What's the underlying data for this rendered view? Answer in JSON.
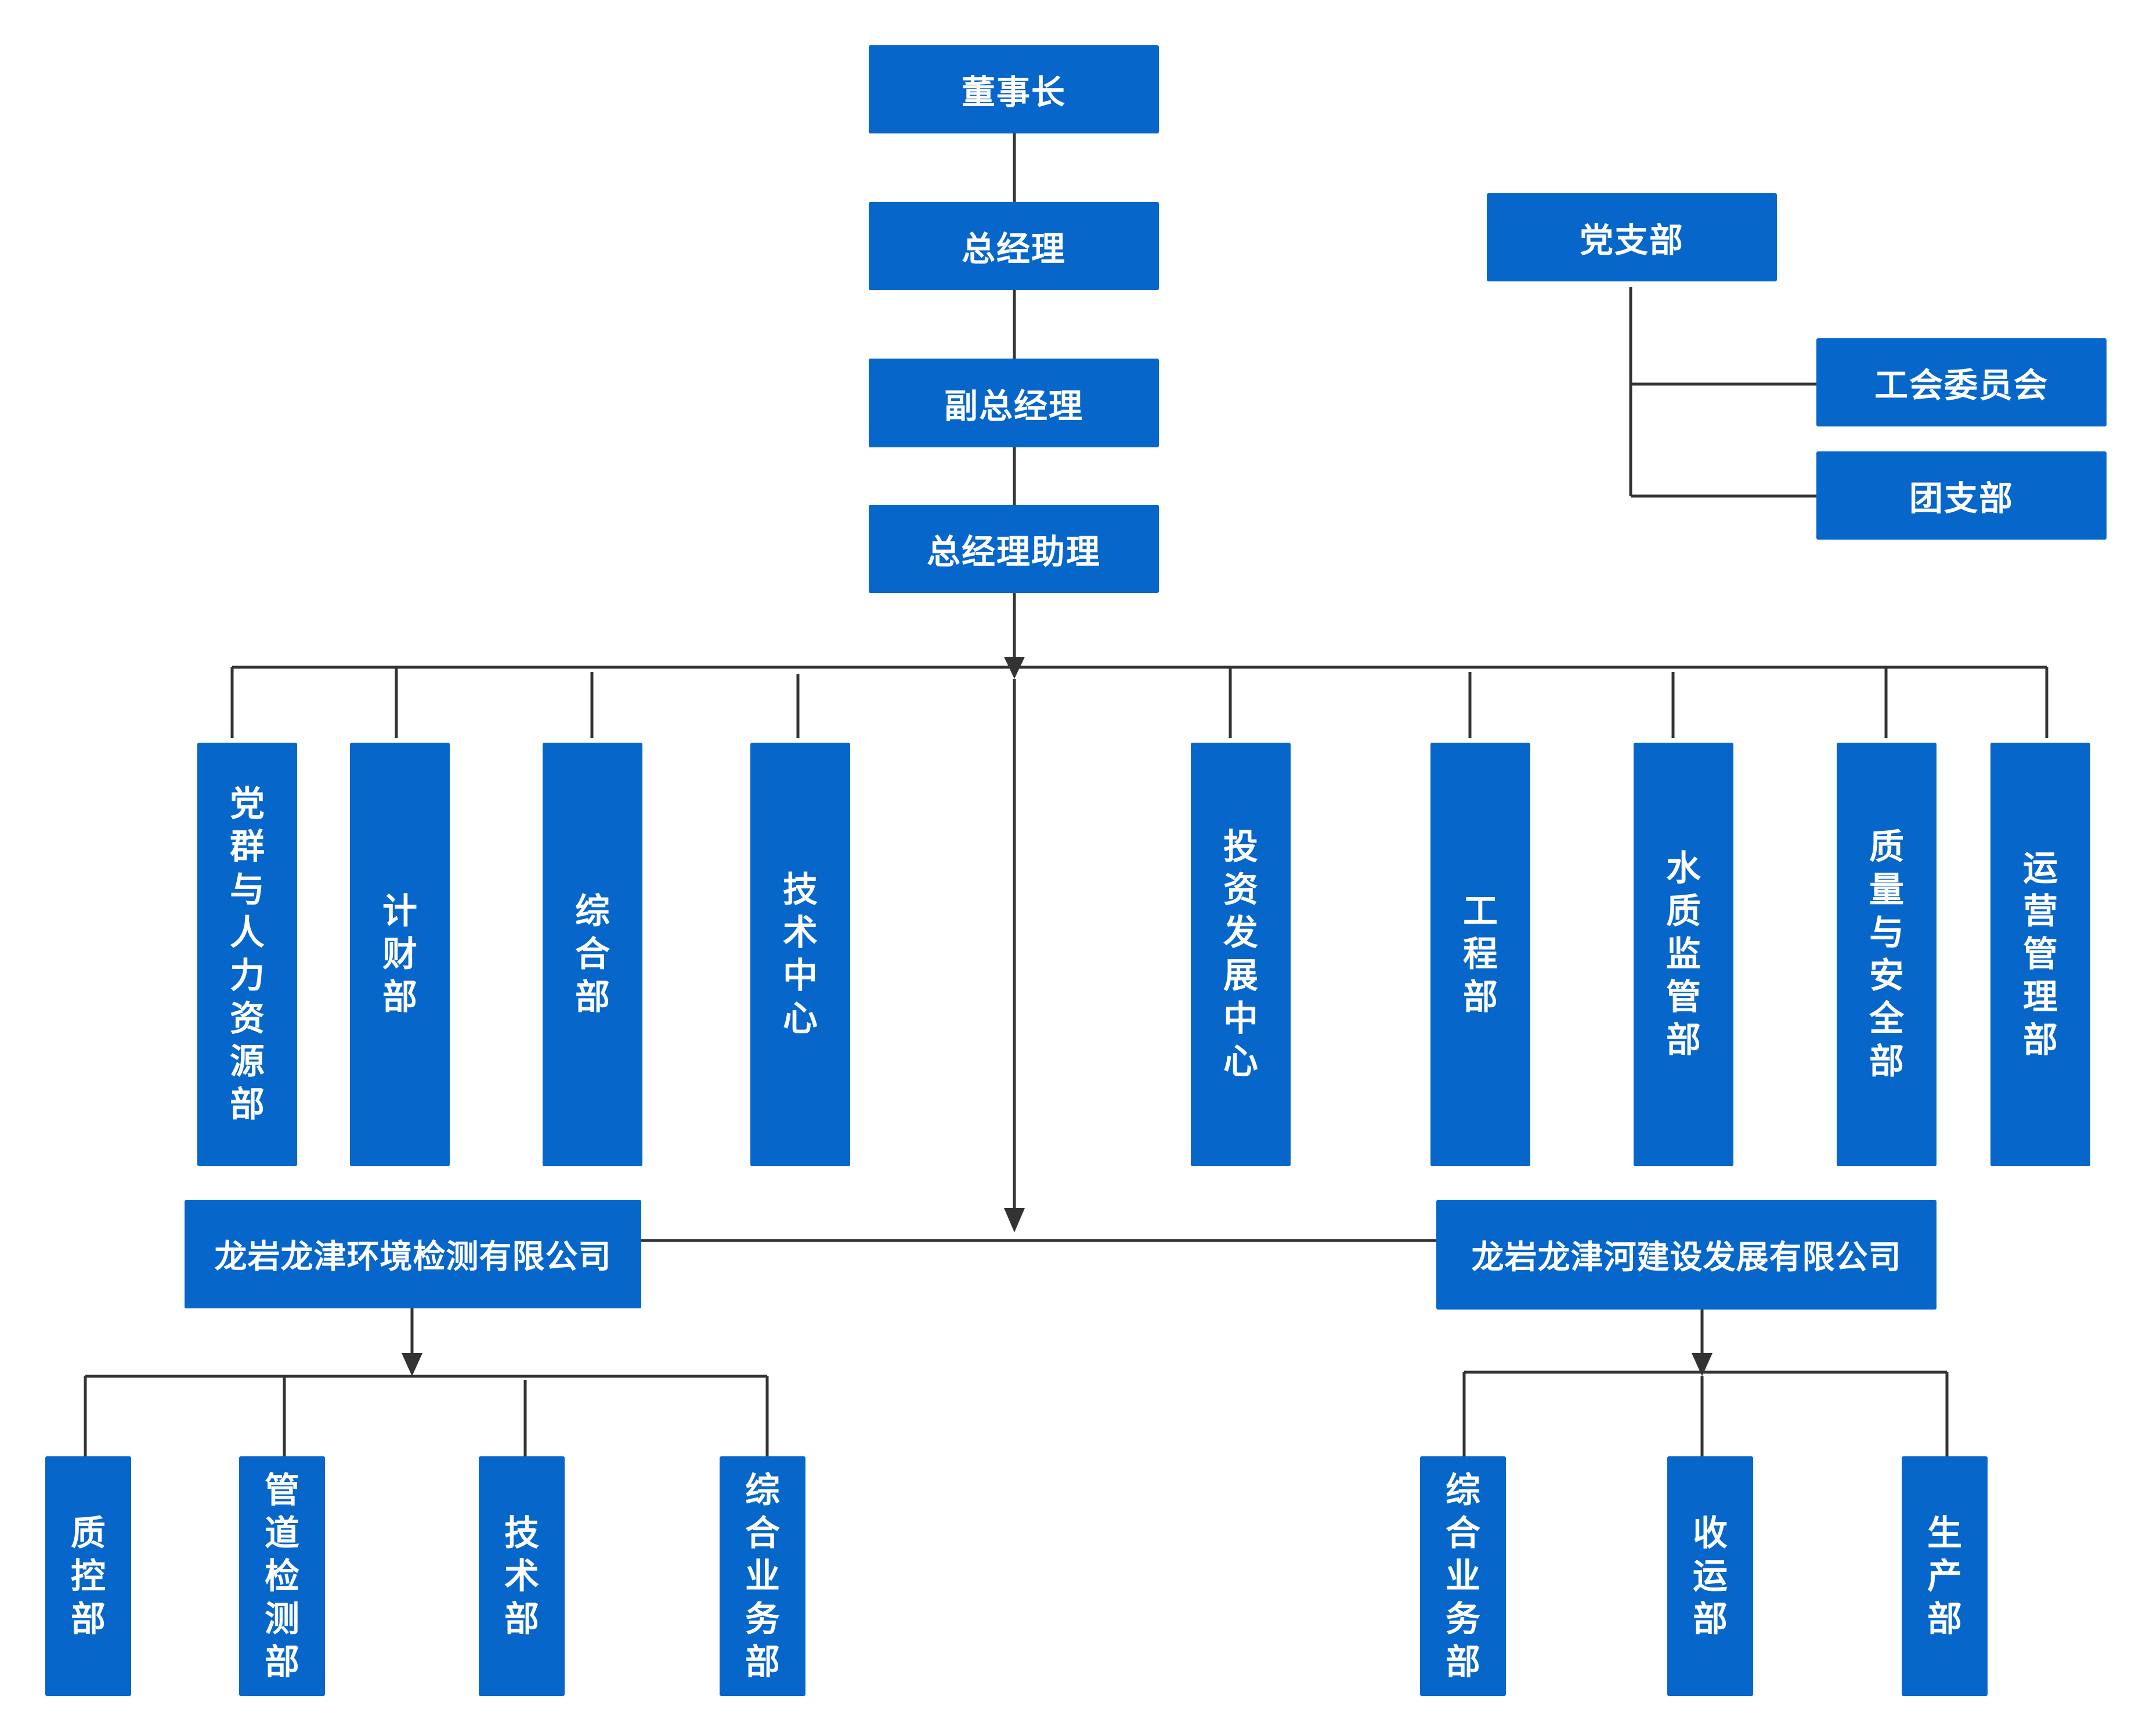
{
  "leadership": {
    "chairman": "董事长",
    "general_manager": "总经理",
    "deputy_general_manager": "副总经理",
    "assistant_general_manager": "总经理助理"
  },
  "party": {
    "branch": "党支部",
    "union": "工会委员会",
    "youth_league": "团支部"
  },
  "departments": [
    "党群与人力资源部",
    "计财部",
    "综合部",
    "技术中心",
    "投资发展中心",
    "工程部",
    "水质监管部",
    "质量与安全部",
    "运营管理部"
  ],
  "subsidiaries": {
    "left": {
      "name": "龙岩龙津环境检测有限公司",
      "departments": [
        "质控部",
        "管道检测部",
        "技术部",
        "综合业务部"
      ]
    },
    "right": {
      "name": "龙岩龙津河建设发展有限公司",
      "departments": [
        "综合业务部",
        "收运部",
        "生产部"
      ]
    }
  },
  "colors": {
    "node_fill": "#0766c9",
    "node_text": "#ffffff",
    "connector": "#333333"
  }
}
